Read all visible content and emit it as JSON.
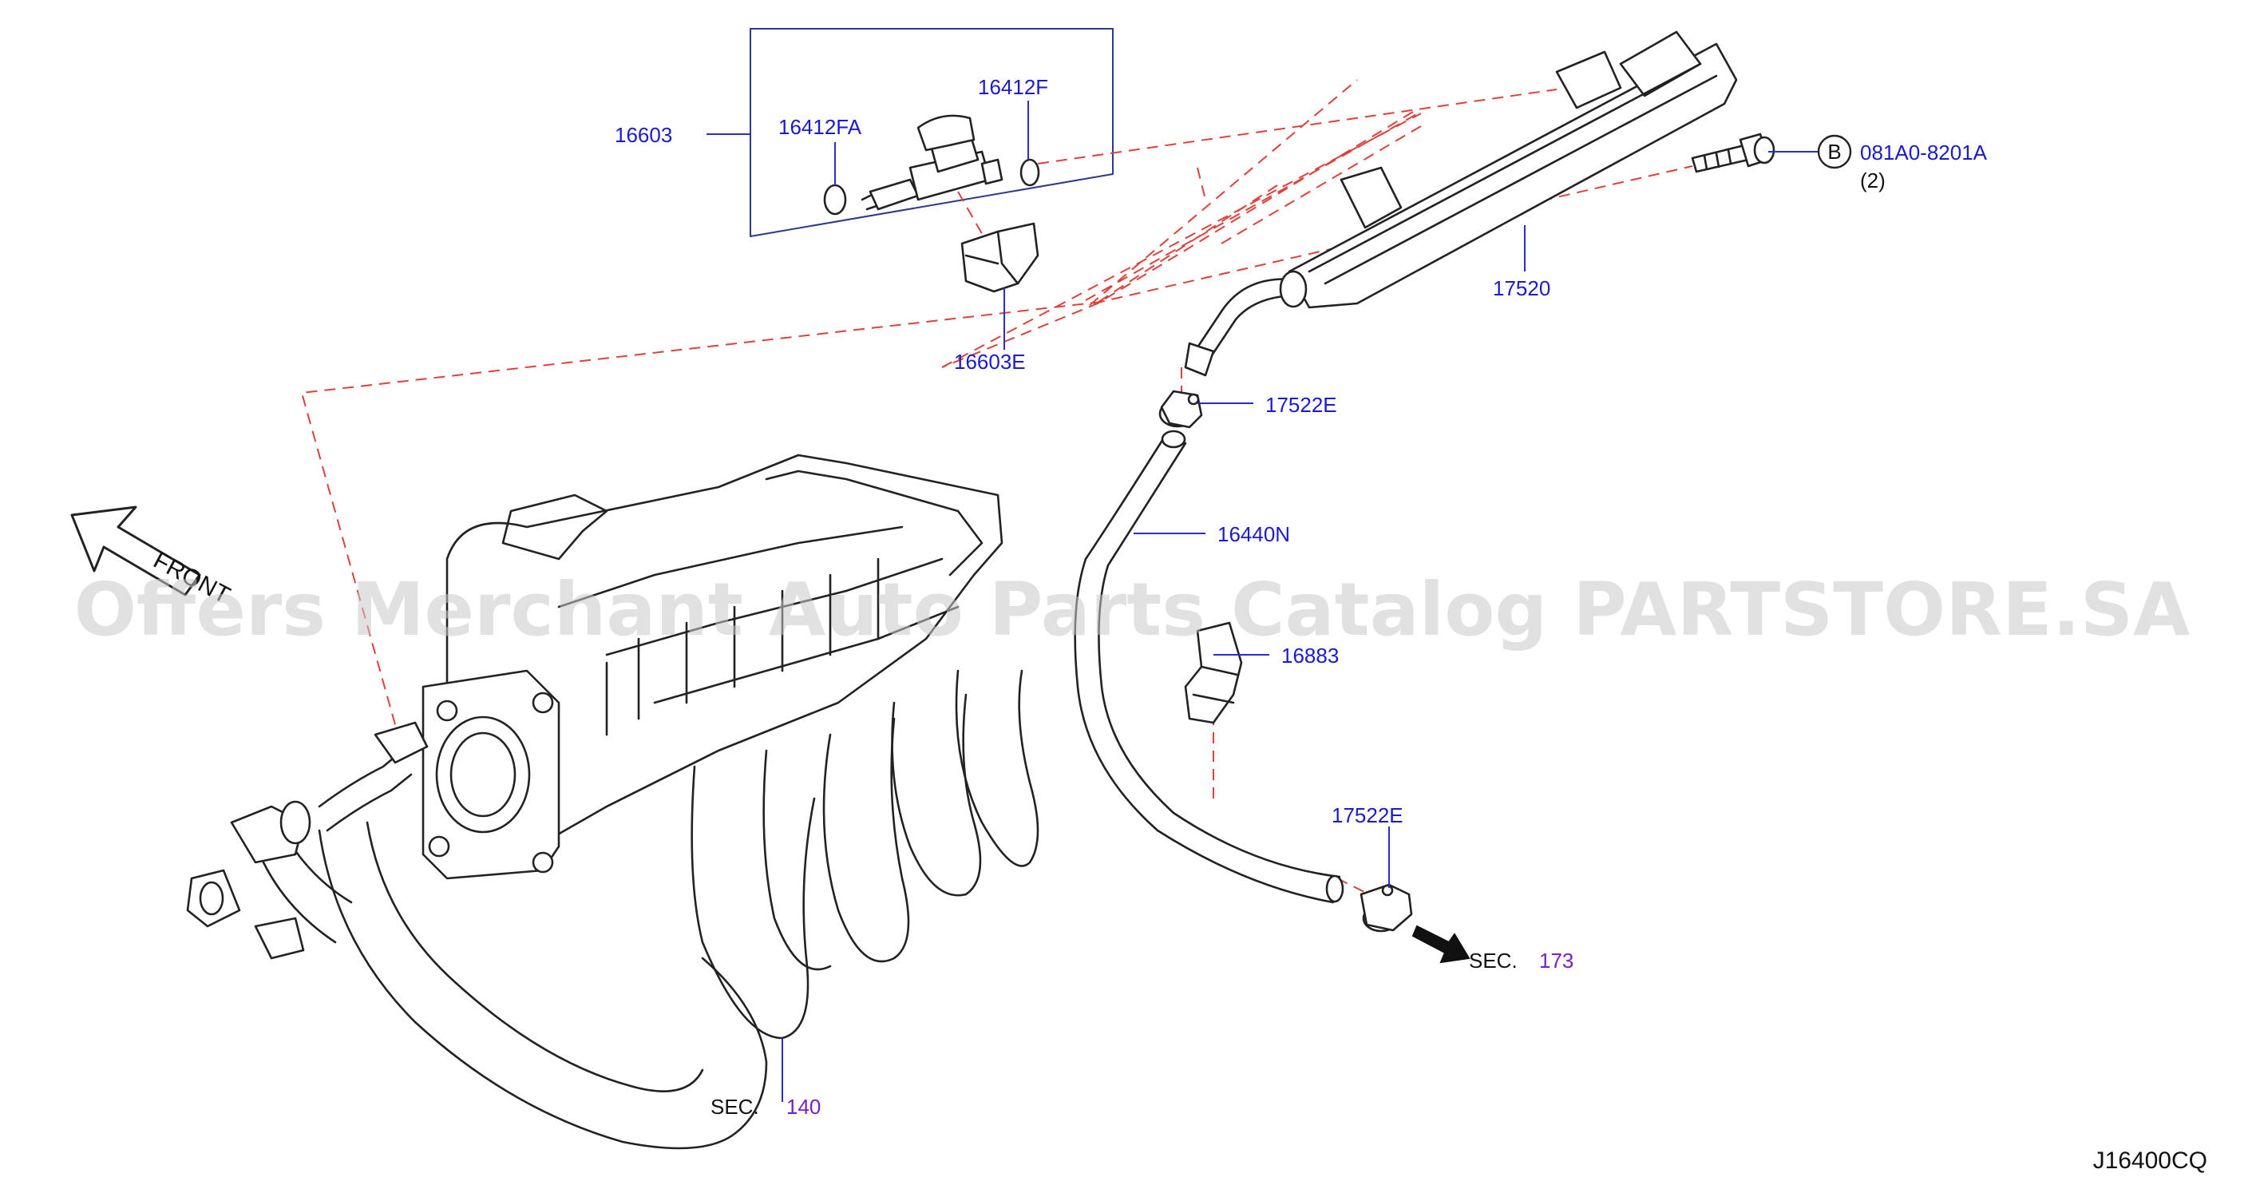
{
  "watermark": "Offers Merchant Auto Parts Catalog PARTSTORE.SA",
  "diagram_code": "J16400CQ",
  "front_label": "FRONT",
  "colors": {
    "part_label": "#1a1ad0",
    "section_ref": "#7a1ec8",
    "phantom_line": "#e0403a",
    "line_art": "#222222"
  },
  "parts": {
    "p16603": "16603",
    "p16412FA": "16412FA",
    "p16412F": "16412F",
    "p16603E": "16603E",
    "p17520": "17520",
    "p17522E_upper": "17522E",
    "p16440N": "16440N",
    "p16883": "16883",
    "p17522E_lower": "17522E"
  },
  "bolt": {
    "circle_letter": "B",
    "part_number": "081A0-8201A",
    "quantity": "(2)"
  },
  "sections": {
    "sec140": {
      "prefix": "SEC.",
      "number": "140"
    },
    "sec173": {
      "prefix": "SEC.",
      "number": "173"
    }
  }
}
